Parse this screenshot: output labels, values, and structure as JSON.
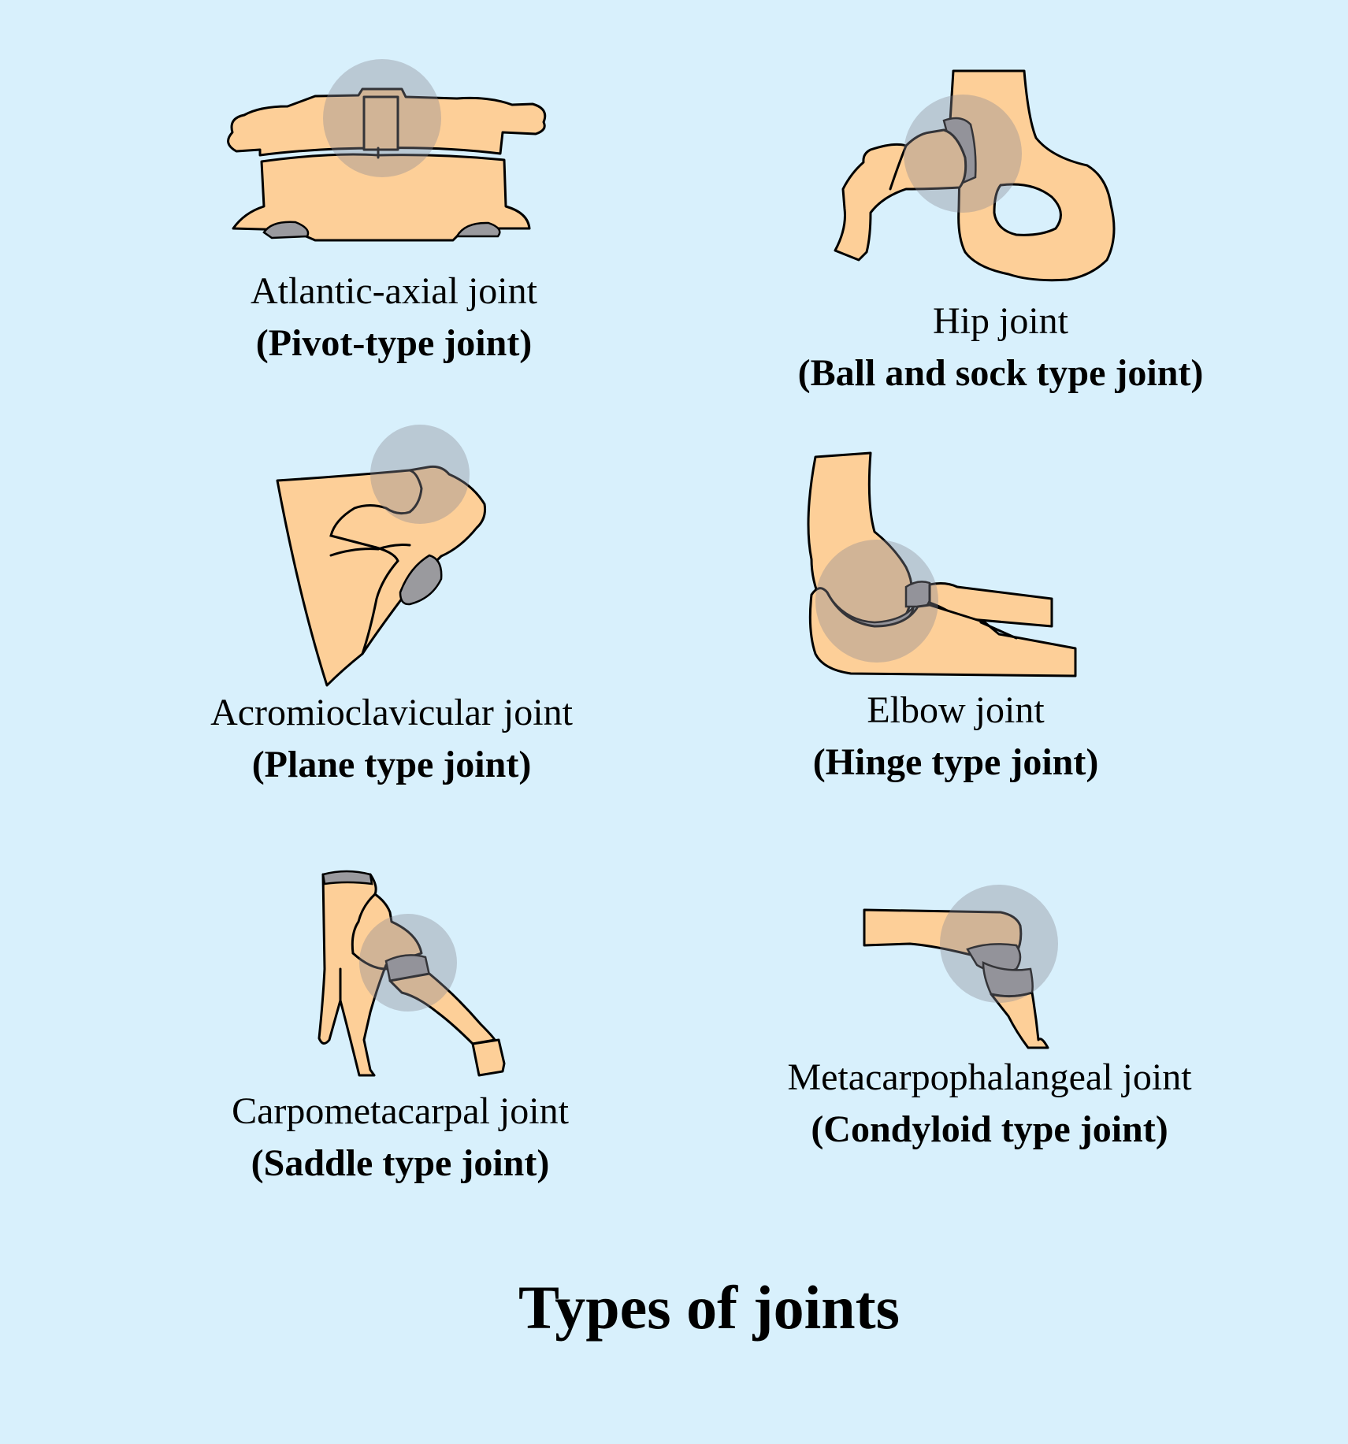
{
  "title": "Types of joints",
  "joints": [
    {
      "id": "atlantic-axial",
      "name": "Atlantic-axial joint",
      "type": "(Pivot-type joint)"
    },
    {
      "id": "hip",
      "name": "Hip joint",
      "type": "(Ball and sock type joint)"
    },
    {
      "id": "acromioclavicular",
      "name": "Acromioclavicular joint",
      "type": "(Plane type joint)"
    },
    {
      "id": "elbow",
      "name": "Elbow joint",
      "type": "(Hinge type joint)"
    },
    {
      "id": "carpometacarpal",
      "name": "Carpometacarpal joint",
      "type": "(Saddle type joint)"
    },
    {
      "id": "metacarpophalangeal",
      "name": "Metacarpophalangeal joint",
      "type": "(Condyloid type joint)"
    }
  ],
  "colors": {
    "background": "#d8f0fc",
    "bone": "#fdcf98",
    "cartilage": "#9a9a9e",
    "highlight": "#8a8a94"
  }
}
